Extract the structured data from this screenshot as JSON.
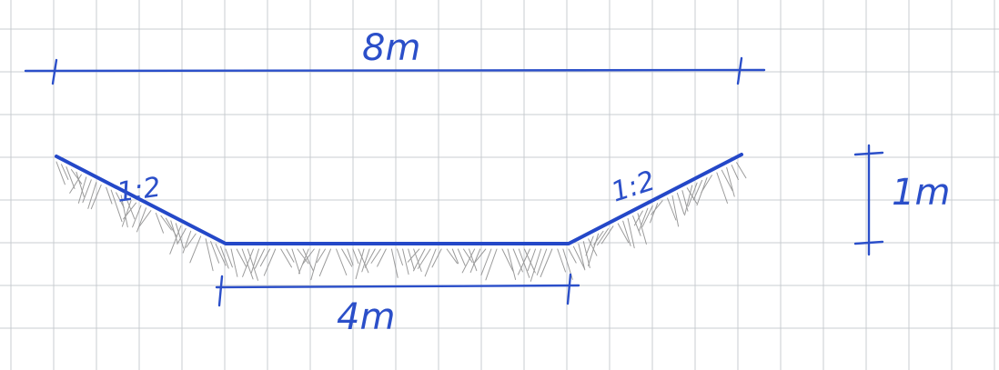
{
  "colors": {
    "ink": "#2448c8",
    "pencil": "#8a8a8a",
    "grid": "#c9ccd1",
    "paper": "#ffffff"
  },
  "dimensions": {
    "top_width": "8m",
    "bottom_width": "4m",
    "depth": "1m"
  },
  "slopes": {
    "left": "1:2",
    "right": "1:2"
  }
}
